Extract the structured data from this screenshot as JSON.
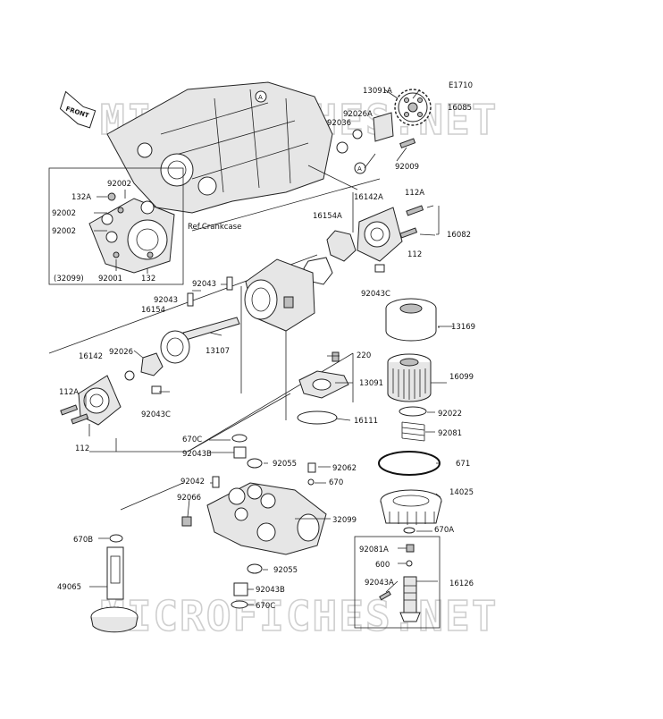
{
  "diagram_code": "E1710",
  "front_label": "FRONT",
  "ref_label": "Ref.Crankcase",
  "watermark": "MICROFICHES.NET",
  "callout_a": "A",
  "parts": {
    "p13091A": "13091A",
    "p16085": "16085",
    "p92036": "92036",
    "p92026A": "92026A",
    "p92009": "92009",
    "p16142A": "16142A",
    "p112A_r": "112A",
    "p16082": "16082",
    "p16154A": "16154A",
    "p112_r": "112",
    "p92043C_r": "92043C",
    "p92002_a": "92002",
    "p132A": "132A",
    "p92002_b": "92002",
    "p92002_c": "92002",
    "p132": "132",
    "p32099_box": "(32099)",
    "p92001": "92001",
    "p92043_a": "92043",
    "p92043_b": "92043",
    "p16154": "16154",
    "p13107": "13107",
    "p92026": "92026",
    "p16142": "16142",
    "p112A_l": "112A",
    "p92043C_l": "92043C",
    "p112_l": "112",
    "p13169": "13169",
    "p220": "220",
    "p16099": "16099",
    "p13091": "13091",
    "p16111": "16111",
    "p92022": "92022",
    "p92081": "92081",
    "p670C_a": "670C",
    "p92043B_a": "92043B",
    "p92055_a": "92055",
    "p92062": "92062",
    "p671": "671",
    "p92042": "92042",
    "p670": "670",
    "p14025": "14025",
    "p92066": "92066",
    "p32099": "32099",
    "p670A": "670A",
    "p670B": "670B",
    "p92055_b": "92055",
    "p92081A": "92081A",
    "p600": "600",
    "p49065": "49065",
    "p92043B_b": "92043B",
    "p92043A": "92043A",
    "p16126": "16126",
    "p670C_b": "670C"
  }
}
